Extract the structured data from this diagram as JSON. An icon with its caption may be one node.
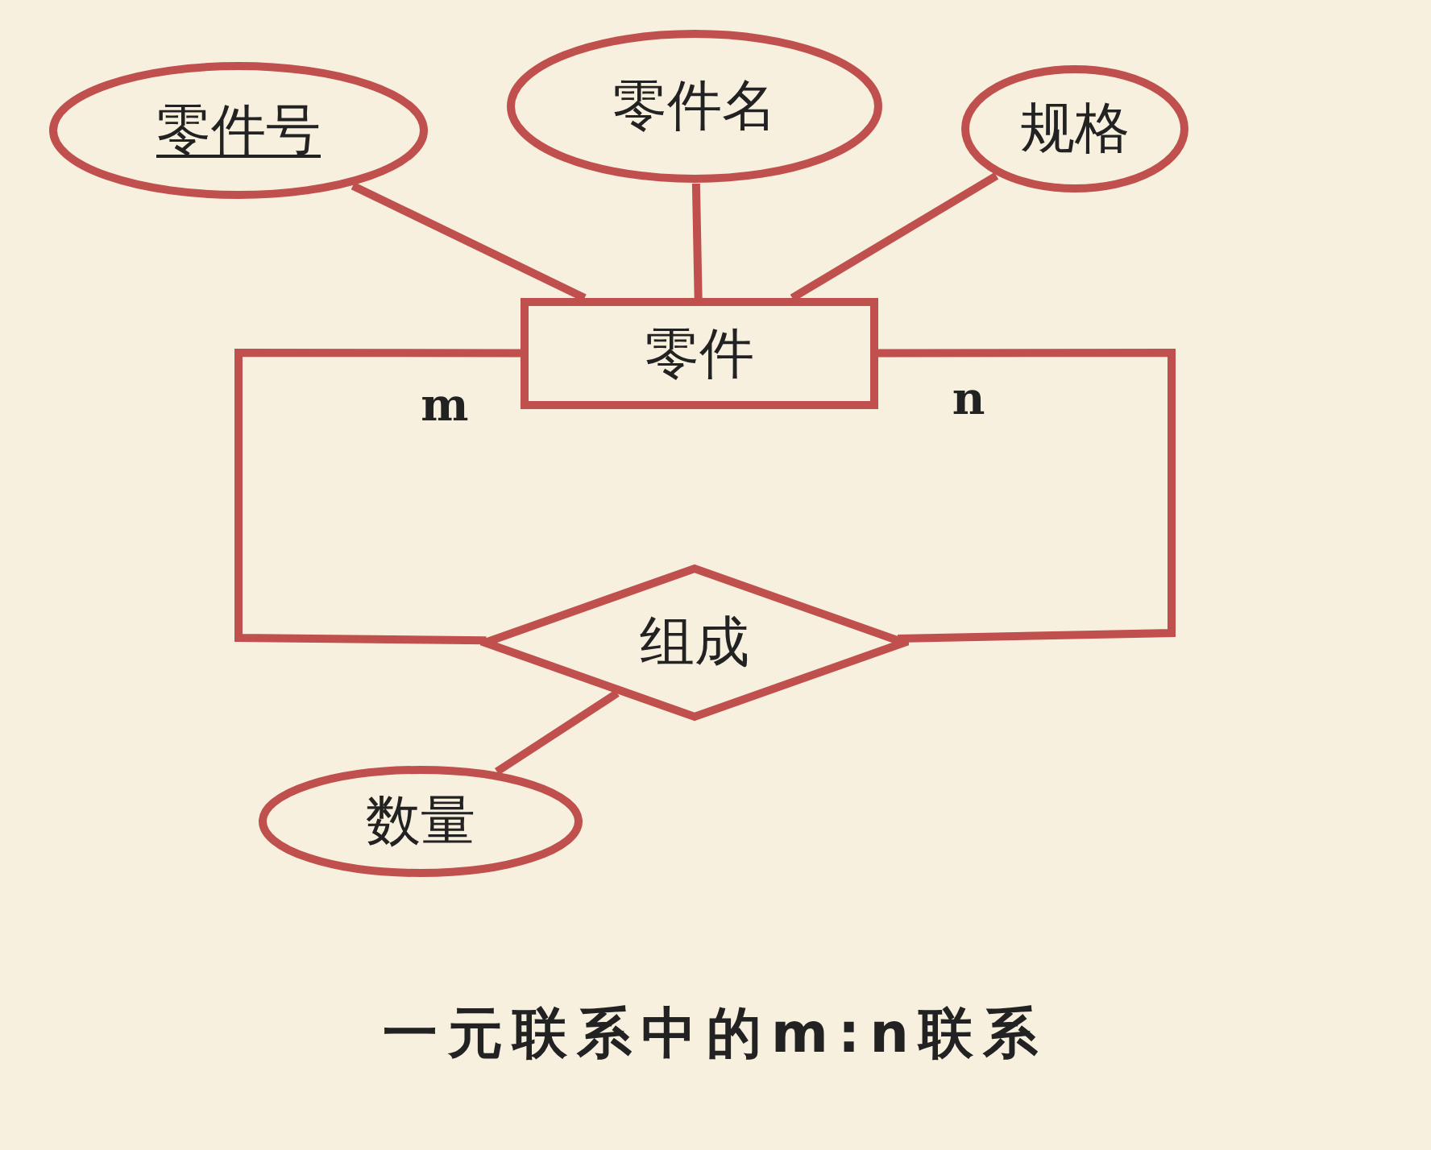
{
  "diagram": {
    "caption": "一元联系中的m:n联系",
    "nodes": [
      {
        "text": [
          "零件号"
        ]
      },
      {
        "text": [
          "零件名"
        ]
      },
      {
        "text": [
          "规格"
        ]
      },
      {
        "text": [
          "零件"
        ]
      },
      {
        "text": [
          "组成"
        ]
      },
      {
        "text": [
          "数量"
        ]
      }
    ],
    "edges": [
      {
        "from": 0,
        "to": 3,
        "arrow": "none"
      },
      {
        "from": 1,
        "to": 3,
        "arrow": "none"
      },
      {
        "from": 2,
        "to": 3,
        "arrow": "none"
      },
      {
        "from": 3,
        "to": 4,
        "arrow": "none",
        "label": "m"
      },
      {
        "from": 3,
        "to": 4,
        "arrow": "none",
        "label": "n"
      },
      {
        "from": 4,
        "to": 5,
        "arrow": "none"
      }
    ]
  }
}
